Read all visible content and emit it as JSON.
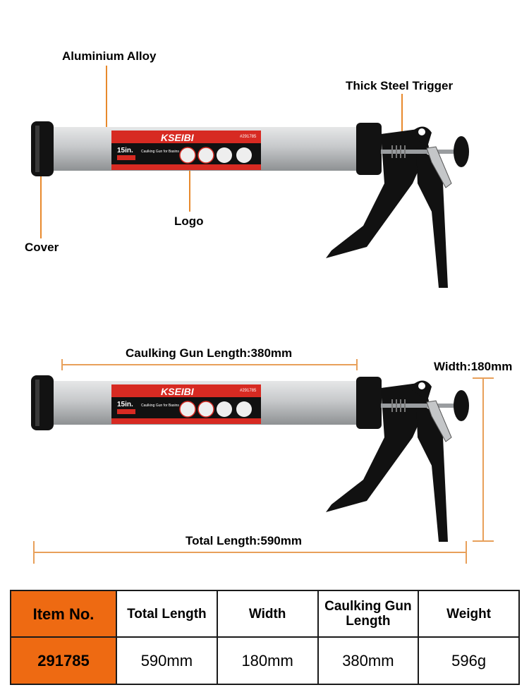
{
  "callouts": {
    "aluminium": "Aluminium Alloy",
    "trigger": "Thick Steel Trigger",
    "logo": "Logo",
    "cover": "Cover"
  },
  "label": {
    "brand": "KSEIBI",
    "size": "15in.",
    "item_small": "#291785",
    "product_line": "Caulking Gun for Basins"
  },
  "dimensions": {
    "gun_length": "Caulking Gun Length:380mm",
    "width": "Width:180mm",
    "total_length": "Total Length:590mm"
  },
  "table": {
    "headers": [
      "Item No.",
      "Total Length",
      "Width",
      "Caulking Gun Length",
      "Weight"
    ],
    "row": [
      "291785",
      "590mm",
      "180mm",
      "380mm",
      "596g"
    ]
  },
  "colors": {
    "accent": "#ee6a12",
    "leader": "#e8892c",
    "tube": "#c9cbcd",
    "label_red": "#d72a22",
    "handle": "#111111"
  }
}
